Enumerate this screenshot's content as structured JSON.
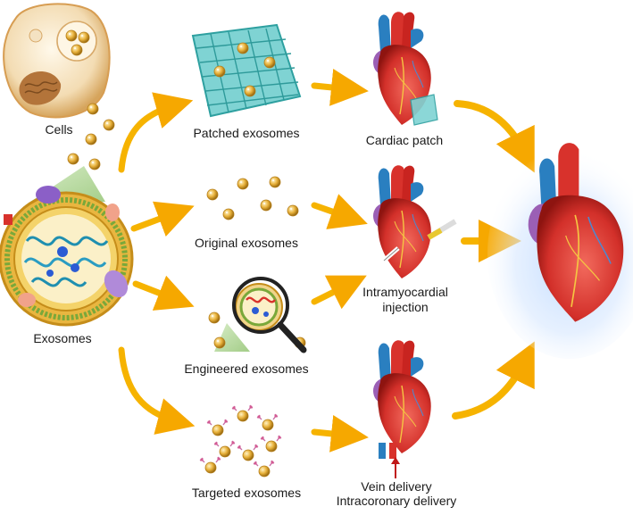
{
  "labels": {
    "cells": "Cells",
    "exosomes": "Exosomes",
    "patched": "Patched exosomes",
    "original": "Original exosomes",
    "engineered": "Engineered exosomes",
    "targeted": "Targeted exosomes",
    "cardiac_patch": "Cardiac patch",
    "intramyocardial_1": "Intramyocardial",
    "intramyocardial_2": "injection",
    "vein": "Vein delivery",
    "intracoronary": "Intracoronary delivery"
  },
  "colors": {
    "arrow_yellow": "#f7b500",
    "heart_red": "#d8322c",
    "aorta_blue": "#2a7fc0",
    "patch_teal": "#4fc3c3",
    "exosome_gold": "#e8b13a",
    "membrane_green": "#7aa83a",
    "magnifier_dark": "#222222"
  },
  "icons": [
    "cell-icon",
    "exosome-cross-section-icon",
    "heart-icon",
    "syringe-icon",
    "magnifier-icon",
    "hydrogel-patch-icon"
  ]
}
